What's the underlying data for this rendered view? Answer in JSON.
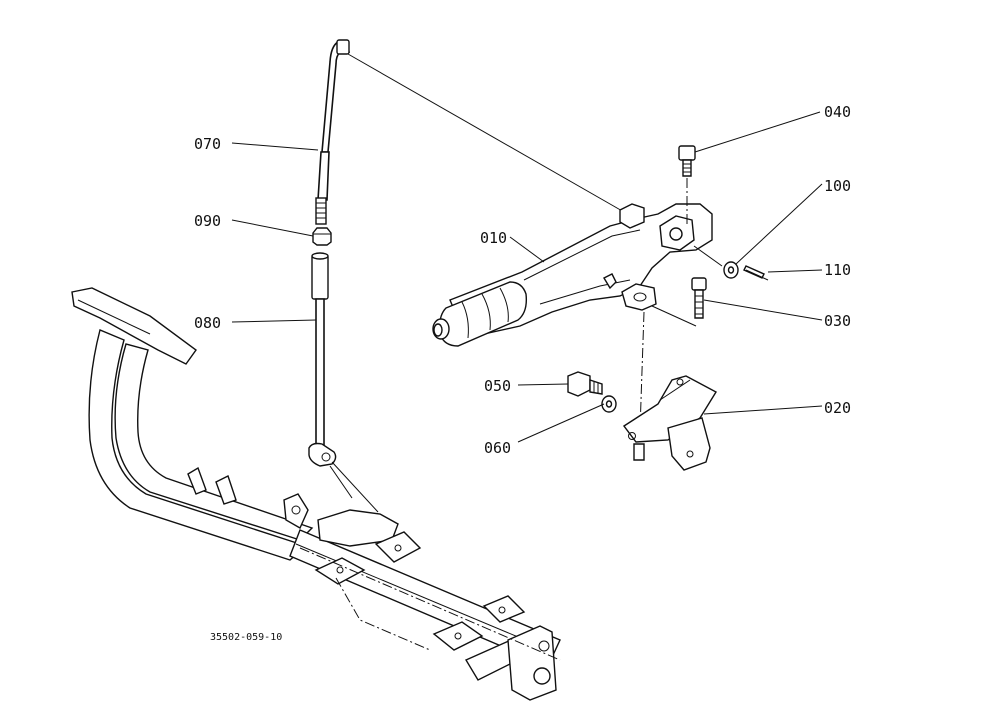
{
  "diagram": {
    "reference_code": "35502-059-10",
    "callouts": [
      {
        "id": "070",
        "label": "070"
      },
      {
        "id": "090",
        "label": "090"
      },
      {
        "id": "080",
        "label": "080"
      },
      {
        "id": "010",
        "label": "010"
      },
      {
        "id": "040",
        "label": "040"
      },
      {
        "id": "100",
        "label": "100"
      },
      {
        "id": "110",
        "label": "110"
      },
      {
        "id": "030",
        "label": "030"
      },
      {
        "id": "050",
        "label": "050"
      },
      {
        "id": "060",
        "label": "060"
      },
      {
        "id": "020",
        "label": "020"
      }
    ]
  },
  "colors": {
    "ink": "#111111",
    "paper": "#ffffff"
  }
}
